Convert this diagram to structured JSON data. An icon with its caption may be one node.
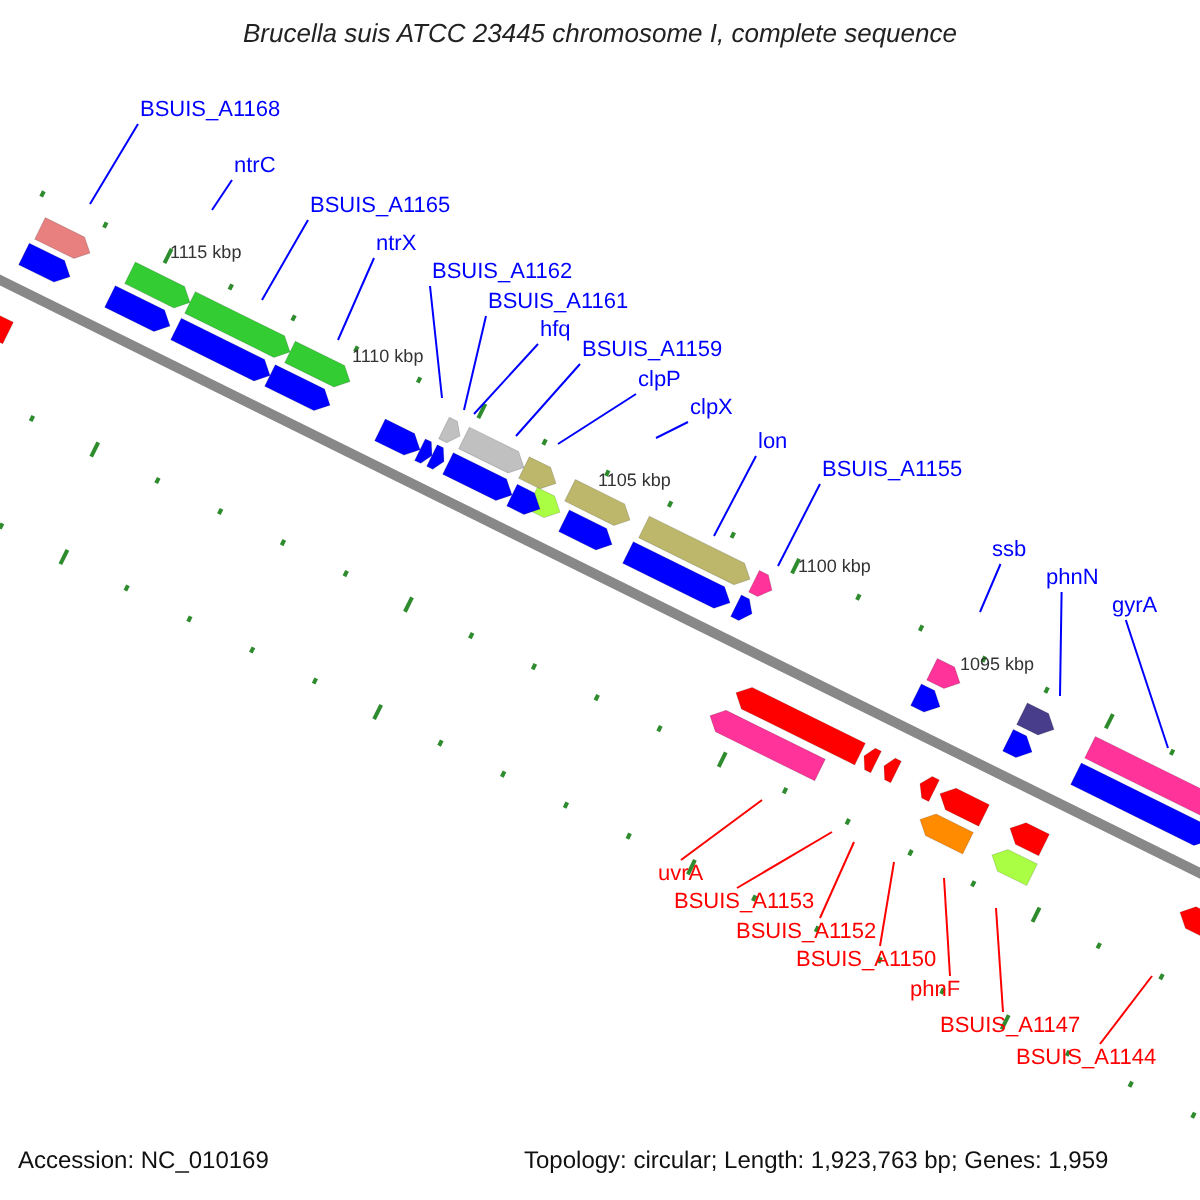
{
  "diagram": {
    "title": "Brucella suis ATCC 23445 chromosome I, complete sequence",
    "nodes": [
      {
        "text": [
          "BSUIS_A1168"
        ]
      },
      {
        "text": [
          "ntrC"
        ]
      },
      {
        "text": [
          "BSUIS_A1165"
        ]
      },
      {
        "text": [
          "ntrX"
        ]
      },
      {
        "text": [
          "BSUIS_A1162"
        ]
      },
      {
        "text": [
          "BSUIS_A1161"
        ]
      },
      {
        "text": [
          "hfq"
        ]
      },
      {
        "text": [
          "BSUIS_A1159"
        ]
      },
      {
        "text": [
          "clpP"
        ]
      },
      {
        "text": [
          "clpX"
        ]
      },
      {
        "text": [
          "lon"
        ]
      },
      {
        "text": [
          "BSUIS_A1155"
        ]
      },
      {
        "text": [
          "ssb"
        ]
      },
      {
        "text": [
          "phnN"
        ]
      },
      {
        "text": [
          "gyrA"
        ]
      },
      {
        "text": [
          "uvrA"
        ]
      },
      {
        "text": [
          "BSUIS_A1153"
        ]
      },
      {
        "text": [
          "BSUIS_A1152"
        ]
      },
      {
        "text": [
          "BSUIS_A1150"
        ]
      },
      {
        "text": [
          "phnF"
        ]
      },
      {
        "text": [
          "BSUIS_A1147"
        ]
      },
      {
        "text": [
          "BSUIS_A1144"
        ]
      }
    ],
    "edges": [
      {
        "from": 0,
        "to": null,
        "arrow": "none"
      },
      {
        "from": 1,
        "to": null,
        "arrow": "none"
      },
      {
        "from": 2,
        "to": null,
        "arrow": "none"
      },
      {
        "from": 3,
        "to": null,
        "arrow": "none"
      },
      {
        "from": 4,
        "to": null,
        "arrow": "none"
      },
      {
        "from": 5,
        "to": null,
        "arrow": "none"
      },
      {
        "from": 6,
        "to": null,
        "arrow": "none"
      },
      {
        "from": 7,
        "to": null,
        "arrow": "none"
      },
      {
        "from": 8,
        "to": null,
        "arrow": "none"
      },
      {
        "from": 9,
        "to": null,
        "arrow": "none"
      },
      {
        "from": 10,
        "to": null,
        "arrow": "none"
      },
      {
        "from": 11,
        "to": null,
        "arrow": "none"
      },
      {
        "from": 12,
        "to": null,
        "arrow": "none"
      },
      {
        "from": 13,
        "to": null,
        "arrow": "none"
      },
      {
        "from": 14,
        "to": null,
        "arrow": "none"
      },
      {
        "from": 15,
        "to": null,
        "arrow": "none",
        "color": "#ff0000"
      },
      {
        "from": 16,
        "to": null,
        "arrow": "none",
        "color": "#ff0000"
      },
      {
        "from": 17,
        "to": null,
        "arrow": "none",
        "color": "#ff0000"
      },
      {
        "from": 18,
        "to": null,
        "arrow": "none",
        "color": "#ff0000"
      },
      {
        "from": 19,
        "to": null,
        "arrow": "none",
        "color": "#ff0000"
      },
      {
        "from": 20,
        "to": null,
        "arrow": "none",
        "color": "#ff0000"
      },
      {
        "from": 21,
        "to": null,
        "arrow": "none",
        "color": "#ff0000"
      }
    ],
    "labels": [
      "1115 kbp",
      "1110 kbp",
      "1105 kbp",
      "1100 kbp",
      "1095 kbp",
      "Accession: NC_010169",
      "Topology: circular; Length: 1,923,763 bp; Genes: 1,959"
    ]
  }
}
